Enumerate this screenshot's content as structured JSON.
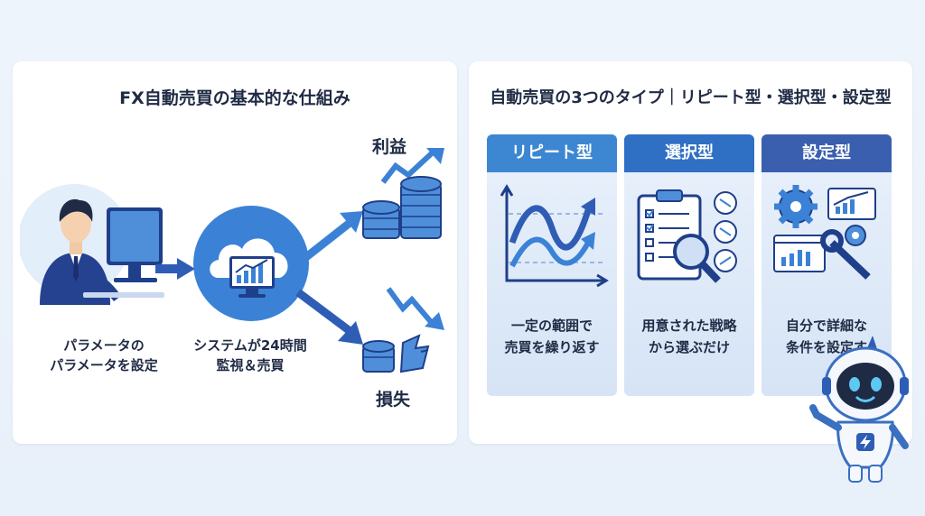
{
  "left": {
    "title": "FX自動売買の基本的な仕組み",
    "step1_line1": "パラメータの",
    "step1_line2": "パラメータを設定",
    "step2_line1": "システムが24時間",
    "step2_line2": "監視＆売買",
    "profit_label": "利益",
    "loss_label": "損失"
  },
  "right": {
    "title": "自動売買の3つのタイプ｜リピート型・選択型・設定型",
    "cards": [
      {
        "head": "リピート型",
        "line1": "一定の範囲で",
        "line2": "売買を繰り返す",
        "color": "#3d86d2"
      },
      {
        "head": "選択型",
        "line1": "用意された戦略",
        "line2": "から選ぶだけ",
        "color": "#2f6fc4"
      },
      {
        "head": "設定型",
        "line1": "自分で詳細な",
        "line2": "条件を設定す",
        "color": "#3a5fae"
      }
    ]
  },
  "colors": {
    "navy": "#1f3f8a",
    "accent": "#3b82d6",
    "text": "#1f2a44"
  },
  "icons": [
    "person-at-computer-icon",
    "cloud-monitor-icon",
    "coin-stack-icon",
    "broken-coin-icon",
    "wave-chart-icon",
    "clipboard-magnifier-icon",
    "gears-wrench-icon",
    "robot-mascot-icon"
  ]
}
